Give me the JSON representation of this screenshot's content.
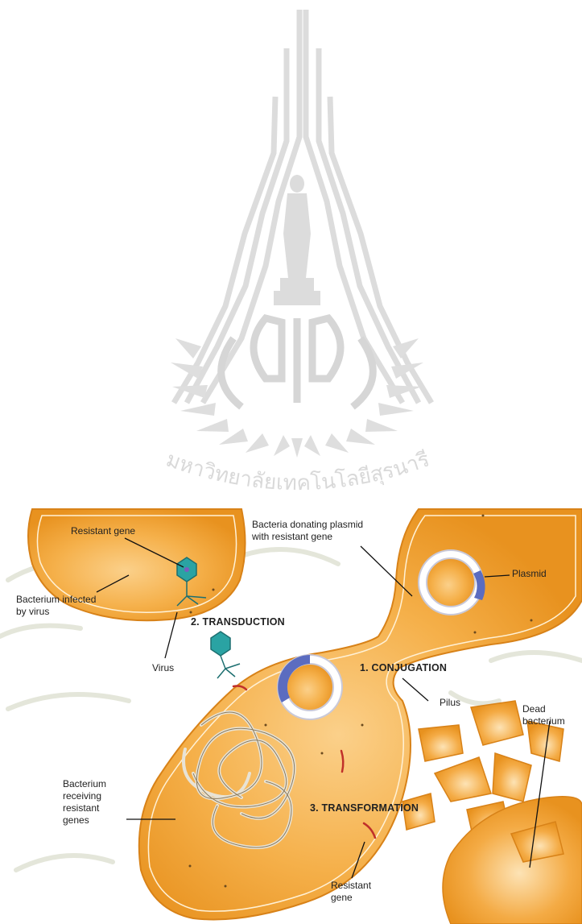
{
  "watermark": {
    "kind": "university-seal",
    "icon": "monument-seal-icon",
    "text": "มหาวิทยาลัยเทคโนโลยีสุรนารี",
    "color": "#d9d9d9"
  },
  "colors": {
    "bacterium": "#f2a53a",
    "bacterium_light": "#fbd08a",
    "bacterium_dark": "#e08a1e",
    "plasmid_ring": "#ffffff",
    "plasmid_band": "#5b6cc0",
    "virus": "#2aa3a3",
    "resistant_gene": "#c0302a",
    "background_fibers": "#e6e8dc"
  },
  "labels": {
    "resistant_gene_top": "Resistant gene",
    "donor": "Bacteria donating plasmid\nwith resistant gene",
    "plasmid": "Plasmid",
    "infected": "Bacterium infected\nby virus",
    "transduction": "2. TRANSDUCTION",
    "virus": "Virus",
    "conjugation": "1. CONJUGATION",
    "pilus": "Pilus",
    "dead": "Dead\nbacterium",
    "receiving": "Bacterium\nreceiving\nresistant\ngenes",
    "transformation": "3. TRANSFORMATION",
    "resistant_gene_bottom": "Resistant\ngene"
  }
}
